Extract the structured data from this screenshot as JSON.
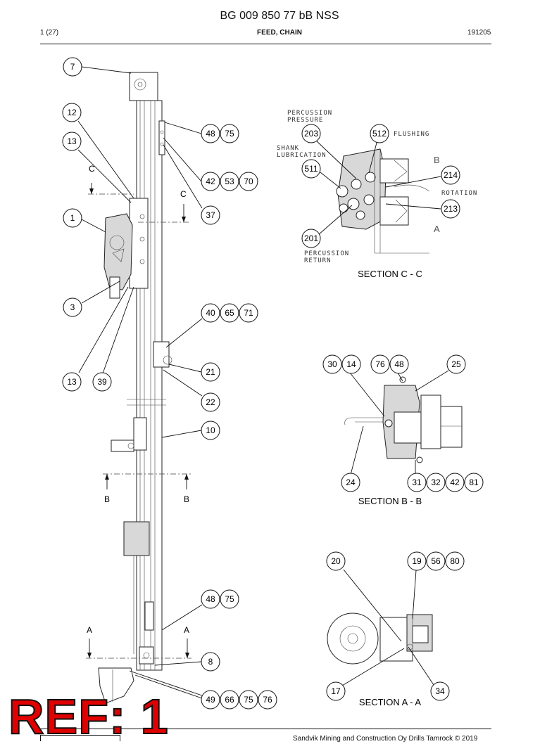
{
  "header": {
    "doc_number": "BG 009 850 77 bB NSS",
    "page": "1 (27)",
    "title": "FEED, CHAIN",
    "date_code": "191205"
  },
  "callouts": {
    "c7": "7",
    "c12": "12",
    "c13a": "13",
    "c1": "1",
    "c3": "3",
    "c13b": "13",
    "c39": "39",
    "c48a": "48",
    "c75a": "75",
    "c42a": "42",
    "c53": "53",
    "c70": "70",
    "c37": "37",
    "c40": "40",
    "c65": "65",
    "c71": "71",
    "c21": "21",
    "c22": "22",
    "c10": "10",
    "c48b": "48",
    "c75b": "75",
    "c8": "8",
    "c49": "49",
    "c66": "66",
    "c75c": "75",
    "c76a": "76",
    "c203": "203",
    "c512": "512",
    "c511": "511",
    "c214": "214",
    "c213": "213",
    "c201": "201",
    "c30": "30",
    "c14": "14",
    "c76b": "76",
    "c48c": "48",
    "c25": "25",
    "c24": "24",
    "c31": "31",
    "c32": "32",
    "c42b": "42",
    "c81": "81",
    "c20": "20",
    "c19": "19",
    "c56": "56",
    "c80": "80",
    "c17": "17",
    "c34": "34"
  },
  "section_marks": {
    "c_left": "C",
    "c_right": "C",
    "b_left": "B",
    "b_right": "B",
    "a_left": "A",
    "a_right": "A"
  },
  "section_c": {
    "title": "SECTION C - C",
    "percussion_pressure_1": "PERCUSSION",
    "percussion_pressure_2": "PRESSURE",
    "flushing": "FLUSHING",
    "shank_1": "SHANK",
    "shank_2": "LUBRICATION",
    "rotation": "ROTATION",
    "percussion_return_1": "PERCUSSION",
    "percussion_return_2": "RETURN",
    "mark_b": "B",
    "mark_a": "A"
  },
  "section_b": {
    "title": "SECTION B - B"
  },
  "section_a": {
    "title": "SECTION A - A"
  },
  "ref_stamp": "REF: 1",
  "footer": {
    "copyright": "Sandvik Mining and Construction Oy Drills Tamrock © 2019"
  }
}
